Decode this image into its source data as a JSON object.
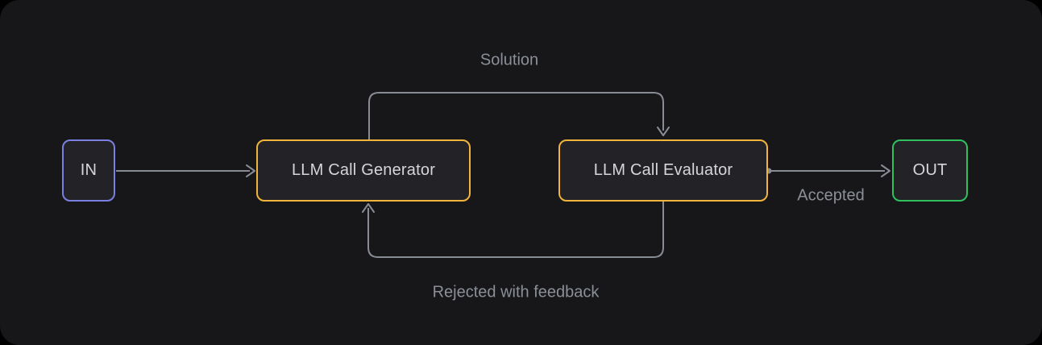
{
  "diagram": {
    "nodes": [
      {
        "id": "in",
        "label": "IN",
        "border_color": "#7a80e0"
      },
      {
        "id": "generator",
        "label": "LLM Call Generator",
        "border_color": "#f0b43c"
      },
      {
        "id": "evaluator",
        "label": "LLM Call Evaluator",
        "border_color": "#f0b43c"
      },
      {
        "id": "out",
        "label": "OUT",
        "border_color": "#2fc05d"
      }
    ],
    "edges": [
      {
        "from": "in",
        "to": "generator",
        "label": ""
      },
      {
        "from": "generator",
        "to": "evaluator",
        "label": "Solution"
      },
      {
        "from": "evaluator",
        "to": "out",
        "label": "Accepted"
      },
      {
        "from": "evaluator",
        "to": "generator",
        "label": "Rejected with feedback"
      }
    ],
    "colors": {
      "background": "#000000",
      "panel": "#17171a",
      "node_fill": "#232327",
      "node_text": "#d5d6d9",
      "edge_line": "#888c95",
      "edge_text": "#8b8f97"
    }
  }
}
